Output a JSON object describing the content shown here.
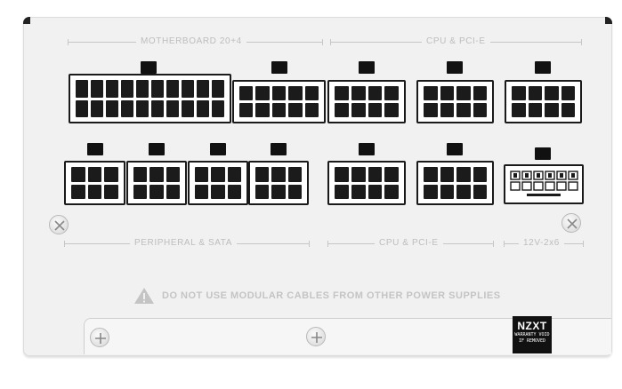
{
  "labels": {
    "motherboard": "MOTHERBOARD 20+4",
    "cpu_pcie_top": "CPU & PCI-E",
    "peripheral": "PERIPHERAL & SATA",
    "cpu_pcie_bottom": "CPU & PCI-E",
    "high_power": "12V-2x6"
  },
  "warning": {
    "text": "DO NOT USE MODULAR CABLES FROM OTHER POWER SUPPLIES",
    "icon": "warning-triangle-icon"
  },
  "sticker": {
    "brand": "NZXT",
    "line1": "WARRANTY VOID",
    "line2": "IF REMOVED"
  },
  "colors": {
    "panel": "#f1f1f1",
    "connector_outline": "#1a1a1a",
    "label_text": "#bdbdbd"
  }
}
